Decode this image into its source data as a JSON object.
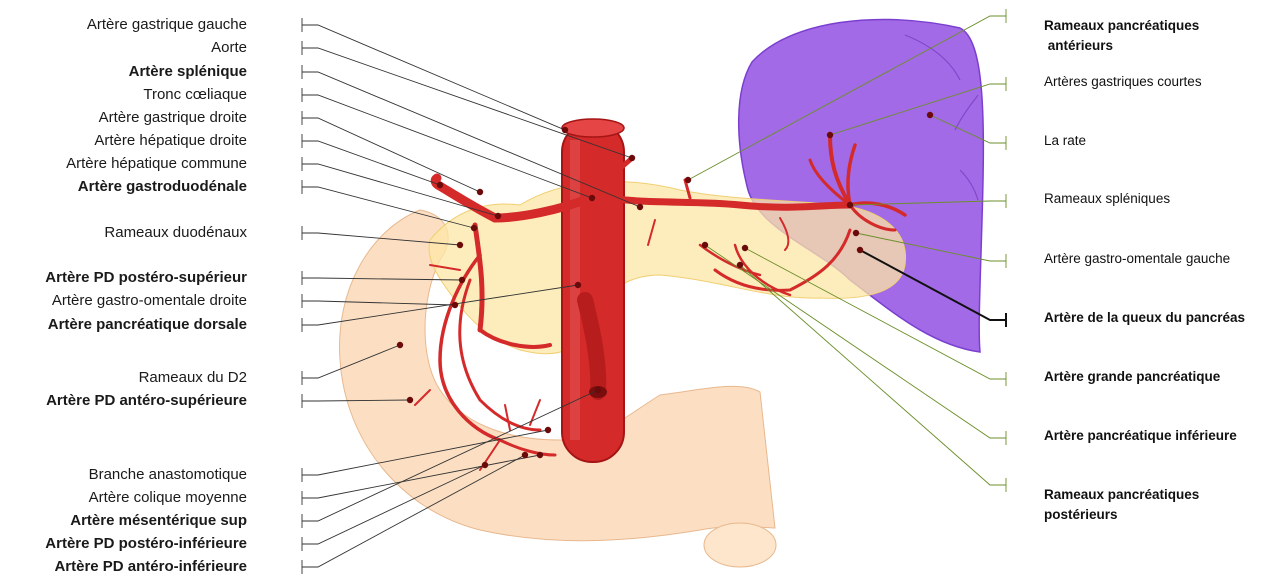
{
  "left_labels": [
    {
      "text": "Artère gastrique gauche",
      "bold": false
    },
    {
      "text": "Aorte",
      "bold": false
    },
    {
      "text": "Artère splénique",
      "bold": true
    },
    {
      "text": "Tronc cœliaque",
      "bold": false
    },
    {
      "text": "Artère gastrique droite",
      "bold": false
    },
    {
      "text": "Artère hépatique droite",
      "bold": false
    },
    {
      "text": "Artère hépatique commune",
      "bold": false
    },
    {
      "text": "Artère gastroduodénale",
      "bold": true
    },
    {
      "text": "Rameaux duodénaux",
      "bold": false
    },
    {
      "text": "Artère PD postéro-supérieur",
      "bold": true
    },
    {
      "text": "Artère gastro-omentale droite",
      "bold": false
    },
    {
      "text": "Artère pancréatique dorsale",
      "bold": true
    },
    {
      "text": "Rameaux du D2",
      "bold": false
    },
    {
      "text": "Artère PD antéro-supérieure",
      "bold": true
    },
    {
      "text": "Branche anastomotique",
      "bold": false
    },
    {
      "text": "Artère colique moyenne",
      "bold": false
    },
    {
      "text": "Artère mésentérique sup",
      "bold": true
    },
    {
      "text": "Artère PD postéro-inférieure",
      "bold": true
    },
    {
      "text": "Artère PD antéro-inférieure",
      "bold": true
    }
  ],
  "right_labels": [
    {
      "text": "Rameaux pancréatiques\n antérieurs",
      "bold": true
    },
    {
      "text": "Artères gastriques courtes",
      "bold": false
    },
    {
      "text": "La rate",
      "bold": false
    },
    {
      "text": "Rameaux spléniques",
      "bold": false
    },
    {
      "text": "Artère gastro-omentale gauche",
      "bold": false
    },
    {
      "text": "Artère de la queux du pancréas",
      "bold": true
    },
    {
      "text": "Artère grande pancréatique",
      "bold": true
    },
    {
      "text": "Artère pancréatique inférieure",
      "bold": true
    },
    {
      "text": "Rameaux pancréatiques\npostérieurs",
      "bold": true
    }
  ],
  "colors": {
    "artery": "#d42a2a",
    "artery_dark": "#a51515",
    "pancreas": "#fde7a6",
    "duodenum": "#fcd9b8",
    "spleen": "#9b5de5",
    "leader_left": "#333333",
    "leader_right": "#6b8f2a"
  }
}
